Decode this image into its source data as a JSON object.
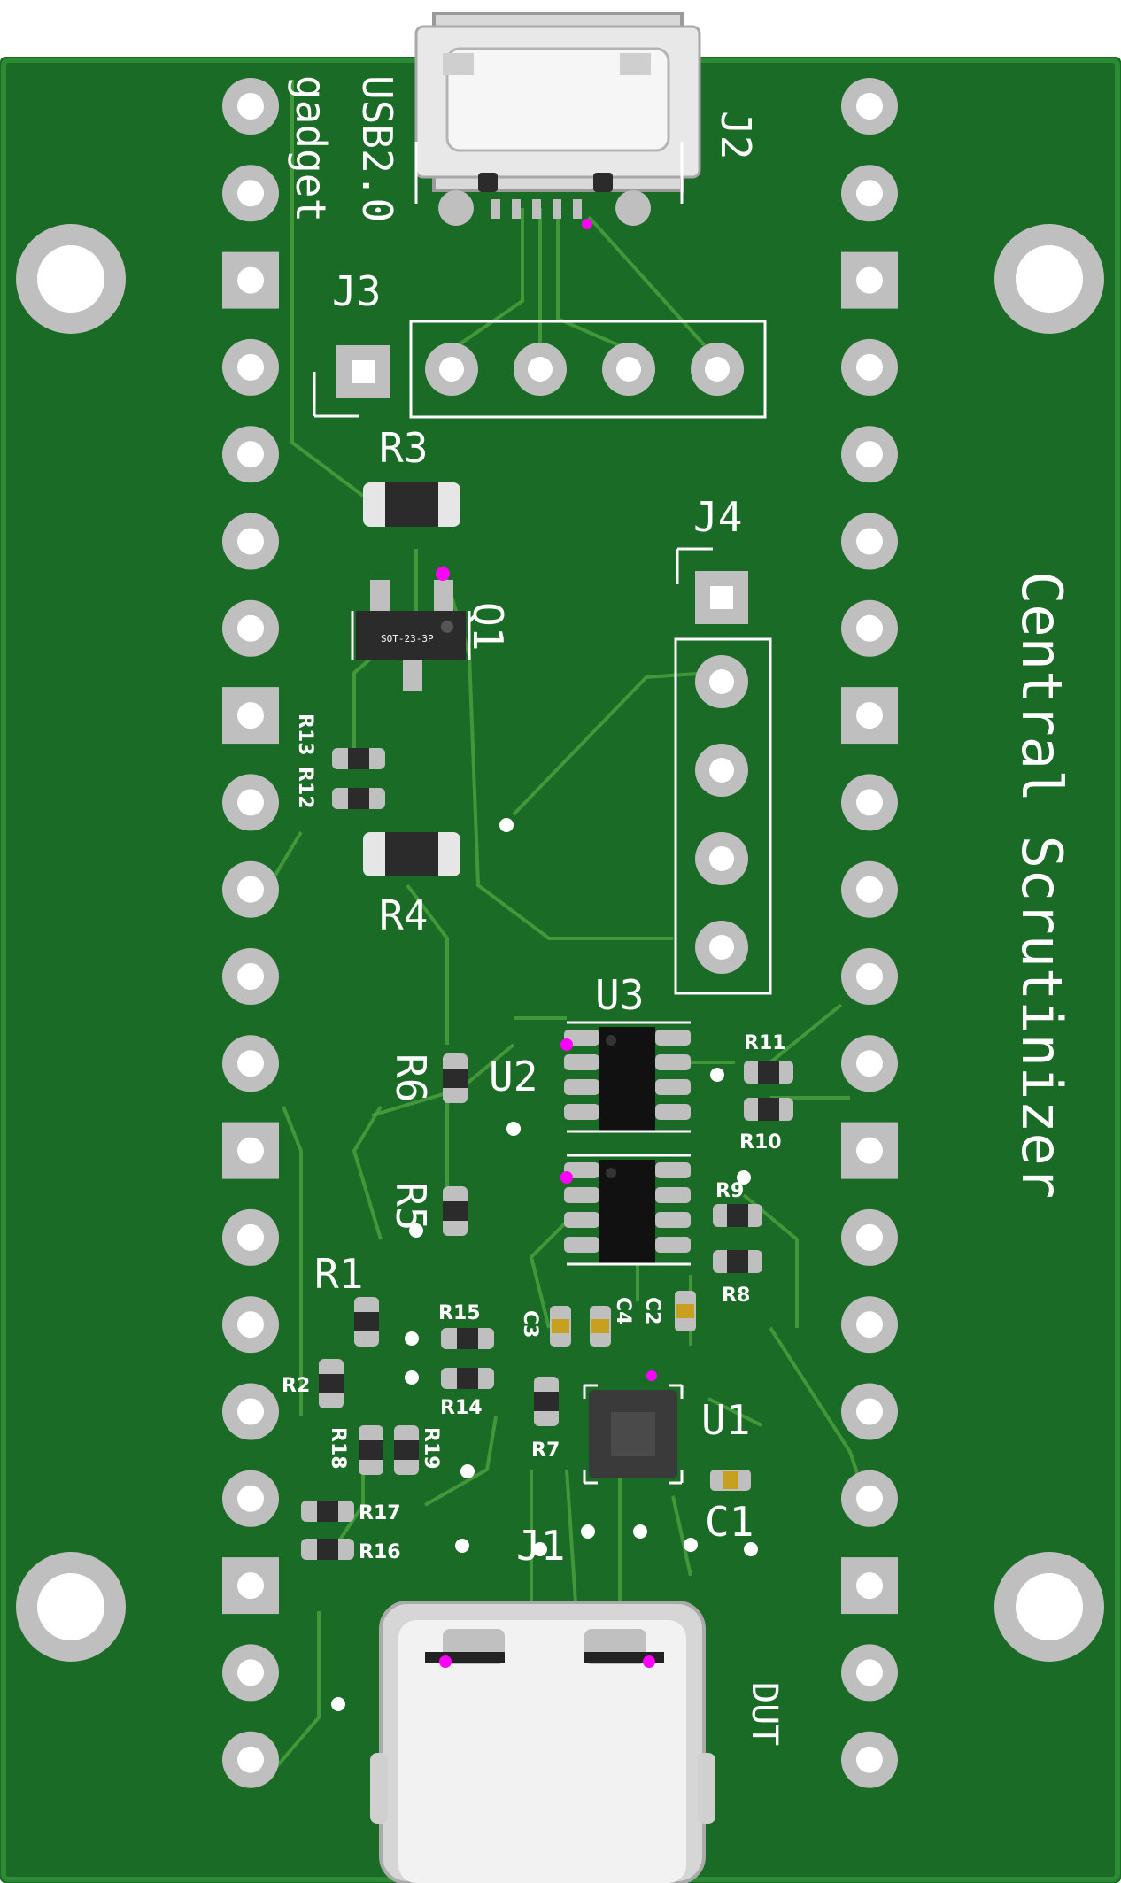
{
  "board": {
    "title": "Central Scrutinizer",
    "usb_label_line1": "USB2.0",
    "usb_label_line2": "gadget",
    "dut_label": "DUT",
    "colors": {
      "pcb": "#1a6b26",
      "pcb_edge": "#2c8a34",
      "silkscreen": "#ffffff",
      "pad": "#bfbfbf",
      "gold": "#e8e000",
      "pin1_marker": "#ff00ff"
    }
  },
  "labels": {
    "J1": "J1",
    "J2": "J2",
    "J3": "J3",
    "J4": "J4",
    "Q1": "Q1",
    "U1": "U1",
    "U2": "U2",
    "U3": "U3",
    "R1": "R1",
    "R2": "R2",
    "R3": "R3",
    "R4": "R4",
    "R5": "R5",
    "R6": "R6",
    "R7": "R7",
    "R8": "R8",
    "R9": "R9",
    "R10": "R10",
    "R11": "R11",
    "R12": "R12",
    "R13": "R13",
    "R14": "R14",
    "R15": "R15",
    "R16": "R16",
    "R17": "R17",
    "R18": "R18",
    "R19": "R19",
    "C1": "C1",
    "C2": "C2",
    "C3": "C3",
    "C4": "C4",
    "q1_package": "SOT-23-3P"
  }
}
